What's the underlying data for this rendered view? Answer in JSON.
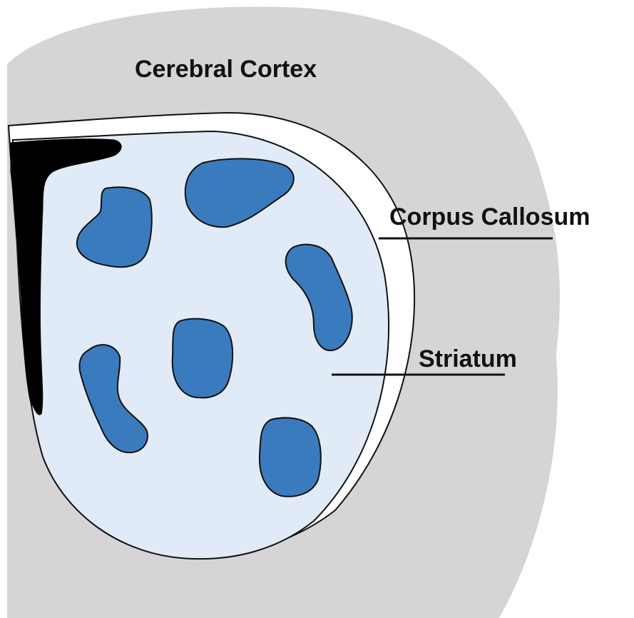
{
  "labels": {
    "cerebral_cortex": "Cerebral Cortex",
    "corpus_callosum": "Corpus Callosum",
    "striatum": "Striatum"
  },
  "colors": {
    "background": "#ffffff",
    "cortex_fill": "#d6d4d6",
    "corpus_callosum_fill": "#ffffff",
    "striatum_fill": "#e1ebf7",
    "patch_fill": "#3a7bbd",
    "ventricle_fill": "#000000",
    "outline": "#111111"
  }
}
